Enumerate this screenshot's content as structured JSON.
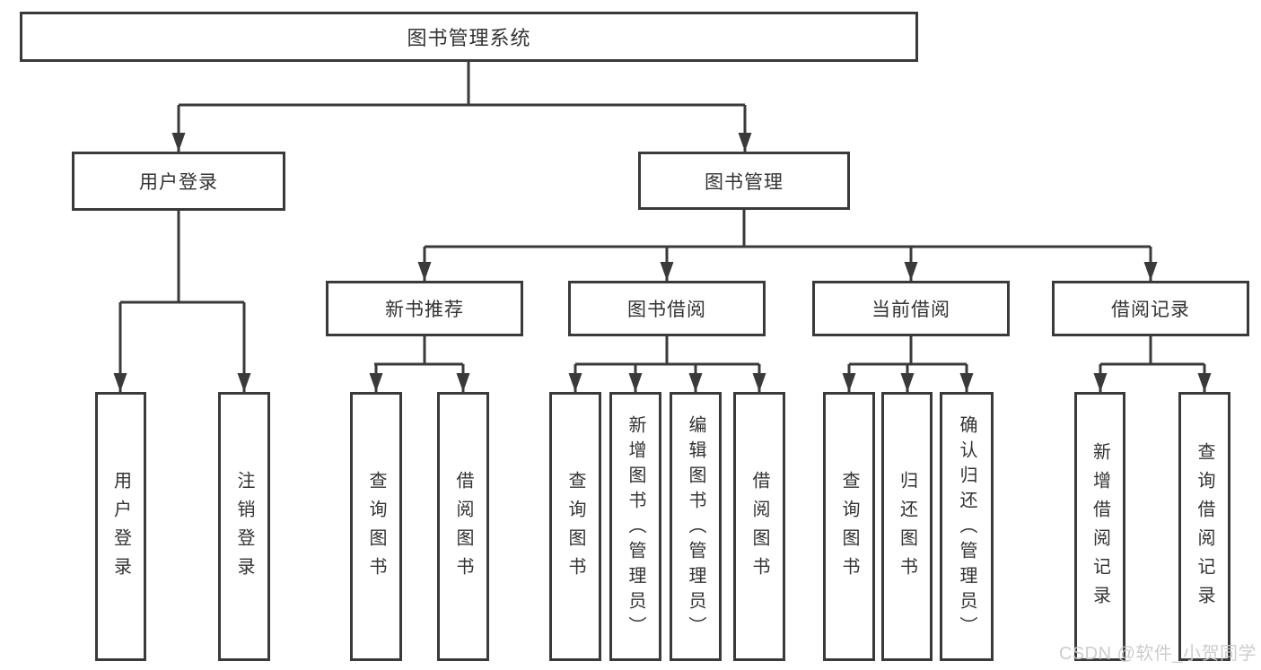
{
  "diagram": {
    "title": "图书管理系统",
    "branches": [
      {
        "label": "用户登录",
        "children": [
          {
            "label": "用户登录"
          },
          {
            "label": "注销登录"
          }
        ]
      },
      {
        "label": "图书管理",
        "children": [
          {
            "label": "新书推荐",
            "children": [
              {
                "label": "查询图书"
              },
              {
                "label": "借阅图书"
              }
            ]
          },
          {
            "label": "图书借阅",
            "children": [
              {
                "label": "查询图书"
              },
              {
                "label": "新增图书（管理员）"
              },
              {
                "label": "编辑图书（管理员）"
              },
              {
                "label": "借阅图书"
              }
            ]
          },
          {
            "label": "当前借阅",
            "children": [
              {
                "label": "查询图书"
              },
              {
                "label": "归还图书"
              },
              {
                "label": "确认归还（管理员）"
              }
            ]
          },
          {
            "label": "借阅记录",
            "children": [
              {
                "label": "新增借阅记录"
              },
              {
                "label": "查询借阅记录"
              }
            ]
          }
        ]
      }
    ]
  },
  "watermark": {
    "text": "CSDN @软件_小贺同学"
  },
  "colors": {
    "background": "#ffffff",
    "line": "#3a3a3a",
    "box_border": "#3a3a3a",
    "box_fill": "#ffffff",
    "text": "#333333",
    "watermark": "#c9c9c9"
  }
}
